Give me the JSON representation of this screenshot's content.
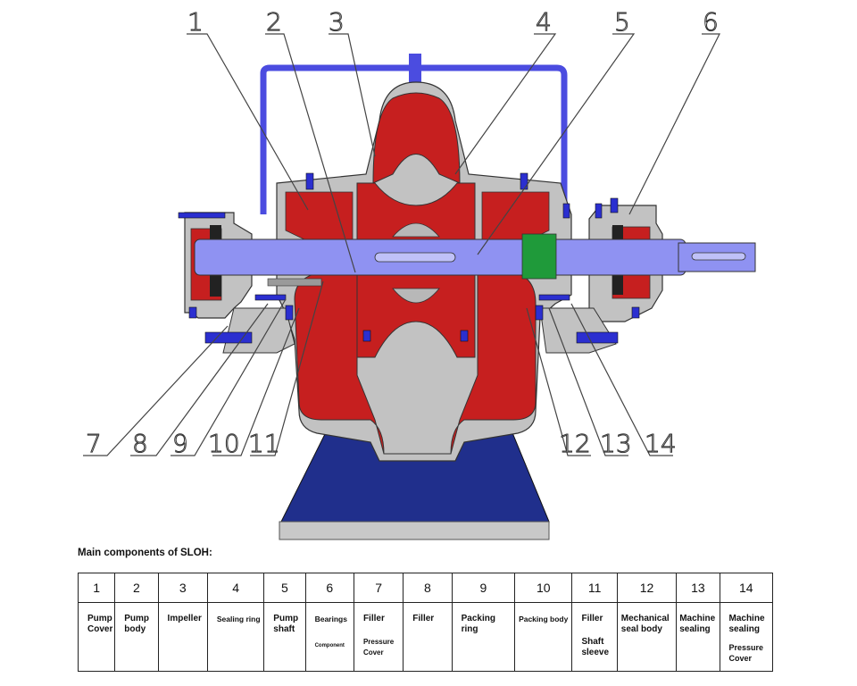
{
  "callouts": [
    "1",
    "2",
    "3",
    "4",
    "5",
    "6",
    "7",
    "8",
    "9",
    "10",
    "11",
    "12",
    "13",
    "14"
  ],
  "colors": {
    "casing": "#c61f1f",
    "housing": "#c2c2c2",
    "shaft": "#8f92f2",
    "pipe": "#4b4ce0",
    "base": "#202f8c",
    "bolts": "#2b2fd0",
    "packing": "#1f9a3a"
  },
  "table": {
    "title": "Main components of SLOH:",
    "columns": [
      {
        "num": "1",
        "name": "Pump Cover",
        "sub": ""
      },
      {
        "num": "2",
        "name": "Pump body",
        "sub": ""
      },
      {
        "num": "3",
        "name": "Impeller",
        "sub": ""
      },
      {
        "num": "4",
        "name": "Sealing ring",
        "sub": ""
      },
      {
        "num": "5",
        "name": "Pump shaft",
        "sub": ""
      },
      {
        "num": "6",
        "name": "Bearings",
        "sub": "Component"
      },
      {
        "num": "7",
        "name": "Filler",
        "sub": "Pressure Cover"
      },
      {
        "num": "8",
        "name": "Filler",
        "sub": ""
      },
      {
        "num": "9",
        "name": "Packing ring",
        "sub": ""
      },
      {
        "num": "10",
        "name": "Packing body",
        "sub": ""
      },
      {
        "num": "11",
        "name": "Filler",
        "sub": "Shaft sleeve"
      },
      {
        "num": "12",
        "name": "Mechanical seal body",
        "sub": ""
      },
      {
        "num": "13",
        "name": "Machine sealing",
        "sub": ""
      },
      {
        "num": "14",
        "name": "Machine sealing",
        "sub": "Pressure Cover"
      }
    ]
  }
}
